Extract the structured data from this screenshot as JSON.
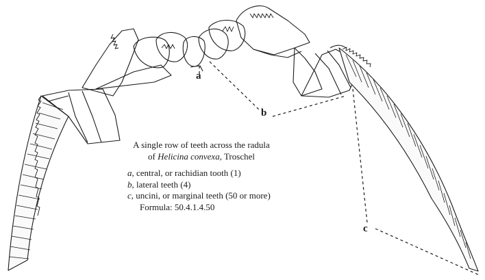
{
  "labels": {
    "a": "a",
    "b": "b",
    "c": "c"
  },
  "caption": {
    "title": "A single row of teeth across the radula",
    "subtitle_prefix": "of",
    "subtitle_species": "Helicina convexa",
    "subtitle_suffix": ", Troschel"
  },
  "legend": [
    {
      "letter": "a,",
      "text": "central, or rachidian tooth (1)"
    },
    {
      "letter": "b,",
      "text": "lateral teeth (4)"
    },
    {
      "letter": "c,",
      "text": "uncini, or marginal teeth (50 or more)"
    }
  ],
  "formula": "Formula:  50.4.1.4.50",
  "colors": {
    "ink": "#1a1a1a",
    "background": "#ffffff"
  }
}
